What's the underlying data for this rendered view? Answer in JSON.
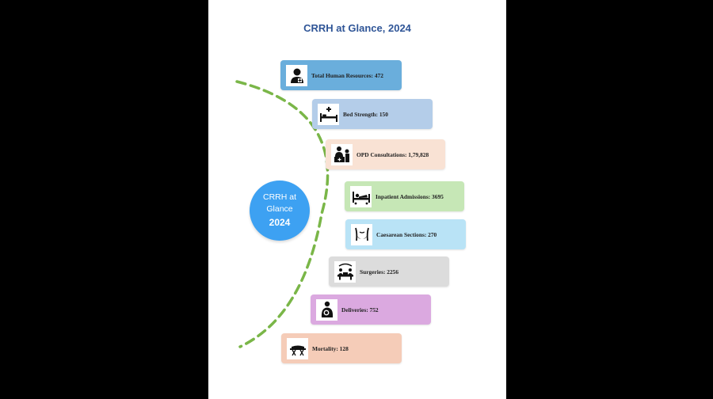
{
  "title": "CRRH at Glance, 2024",
  "center": {
    "line1": "CRRH at",
    "line2": "Glance",
    "line3": "2024"
  },
  "colors": {
    "title": "#2f5597",
    "circle": "#3da1f2",
    "arc": "#7ab648"
  },
  "items": [
    {
      "label": "Total Human Resources: 472",
      "icon": "doctor-icon",
      "color": "#6aaedc"
    },
    {
      "label": "Bed Strength: 150",
      "icon": "hospital-bed-icon",
      "color": "#b4cde9"
    },
    {
      "label": "OPD Consultations: 1,79,828",
      "icon": "consultation-icon",
      "color": "#f9e2d4"
    },
    {
      "label": "Inpatient Admissions: 3695",
      "icon": "patient-bed-icon",
      "color": "#c6e7b6"
    },
    {
      "label": "Caesarean Sections: 270",
      "icon": "caesarean-icon",
      "color": "#b9e3f6"
    },
    {
      "label": "Surgeries: 2256",
      "icon": "surgery-icon",
      "color": "#dcdcdc"
    },
    {
      "label": "Deliveries: 752",
      "icon": "mother-baby-icon",
      "color": "#dba9e0"
    },
    {
      "label": "Mortality: 128",
      "icon": "stretcher-icon",
      "color": "#f5ccb8"
    }
  ]
}
